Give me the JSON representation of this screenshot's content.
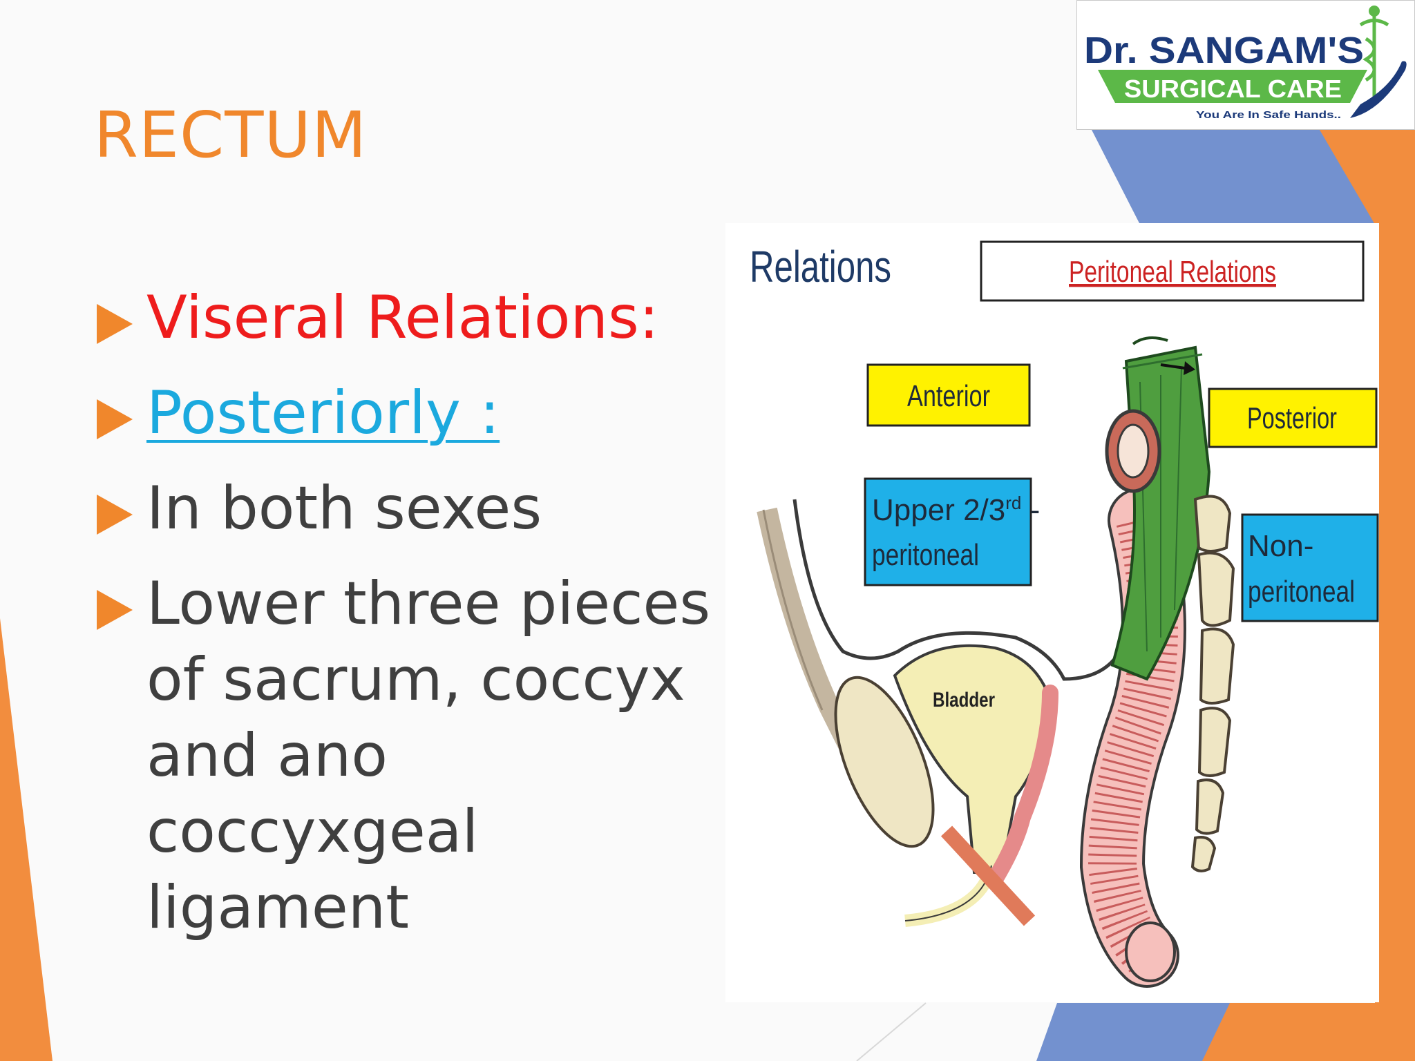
{
  "slide": {
    "title": "RECTUM",
    "bullets": [
      {
        "text": "Viseral Relations:",
        "color": "#ee1c1c"
      },
      {
        "text": "Posteriorly :",
        "color": "#1ba9de",
        "style": "underline"
      },
      {
        "text": "In both sexes",
        "color": "#3f3f3f"
      },
      {
        "text": "Lower three pieces of sacrum, coccyx and ano coccyxgeal ligament",
        "color": "#3f3f3f"
      }
    ]
  },
  "logo": {
    "name": "Dr. SANGAM'S",
    "subtitle": "SURGICAL CARE",
    "tagline": "You Are In Safe Hands.."
  },
  "diagram": {
    "heading": "Relations",
    "header_box": "Peritoneal Relations",
    "labels": {
      "anterior": "Anterior",
      "posterior": "Posterior",
      "upper_line1": "Upper 2/3",
      "upper_sup": "rd",
      "upper_dash": " -",
      "upper_line2": "peritoneal",
      "non_line1": "Non-",
      "non_line2": "peritoneal",
      "bladder": "Bladder"
    }
  },
  "colors": {
    "accent_orange": "#f0872c",
    "accent_blue": "#6b8fd6",
    "label_yellow": "#fff200",
    "label_blue": "#1fb0e8",
    "peritoneum_green": "#3c9a3c",
    "logo_green": "#5cb848",
    "logo_navy": "#1c3a7a"
  }
}
